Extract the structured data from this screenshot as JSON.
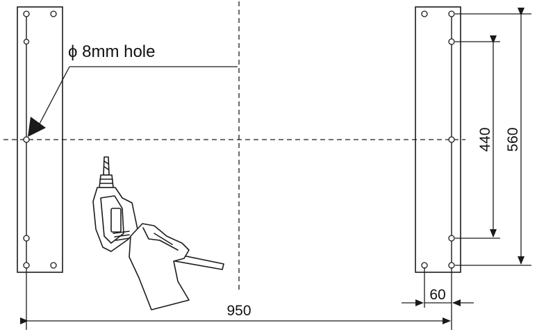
{
  "diagram": {
    "hole_label": "ϕ 8mm hole",
    "dimensions": {
      "total_width": "950",
      "offset": "60",
      "inner_height": "440",
      "outer_height": "560"
    },
    "colors": {
      "stroke": "#1a1a1a",
      "background": "#ffffff"
    },
    "icons": [
      "drill-icon",
      "hand-icon",
      "arrow-icon"
    ]
  }
}
